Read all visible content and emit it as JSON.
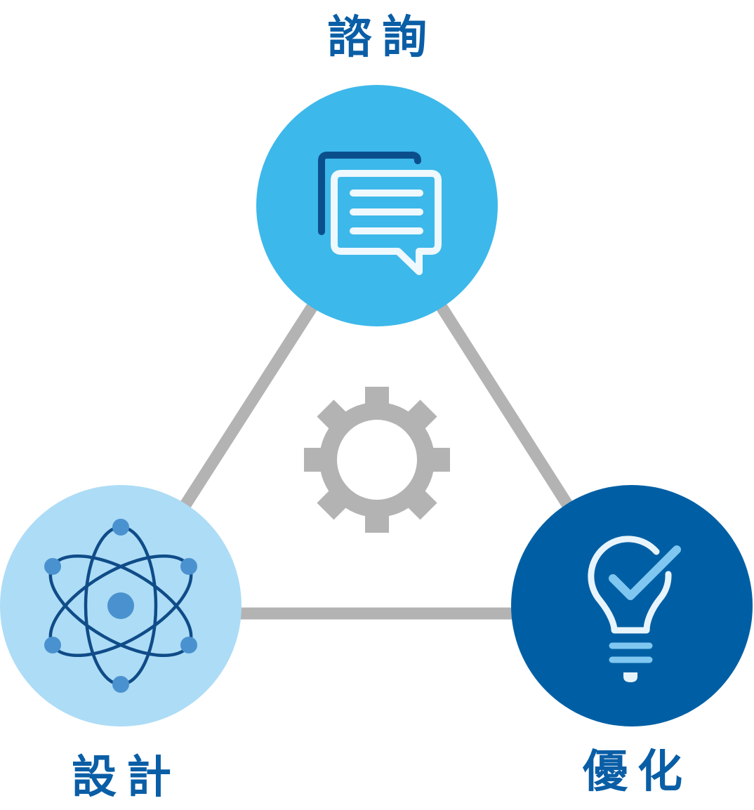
{
  "nodes": {
    "consult": {
      "label": "諮詢",
      "icon": "chat-bubbles-icon",
      "color": "#3db8ea"
    },
    "design": {
      "label": "設計",
      "icon": "atom-icon",
      "color": "#addcf6"
    },
    "optimize": {
      "label": "優化",
      "icon": "lightbulb-check-icon",
      "color": "#005fa4"
    }
  },
  "center": {
    "icon": "gear-icon",
    "color": "#b3b3b3"
  },
  "connector_color": "#b3b3b3",
  "label_color": "#0a5ea6"
}
